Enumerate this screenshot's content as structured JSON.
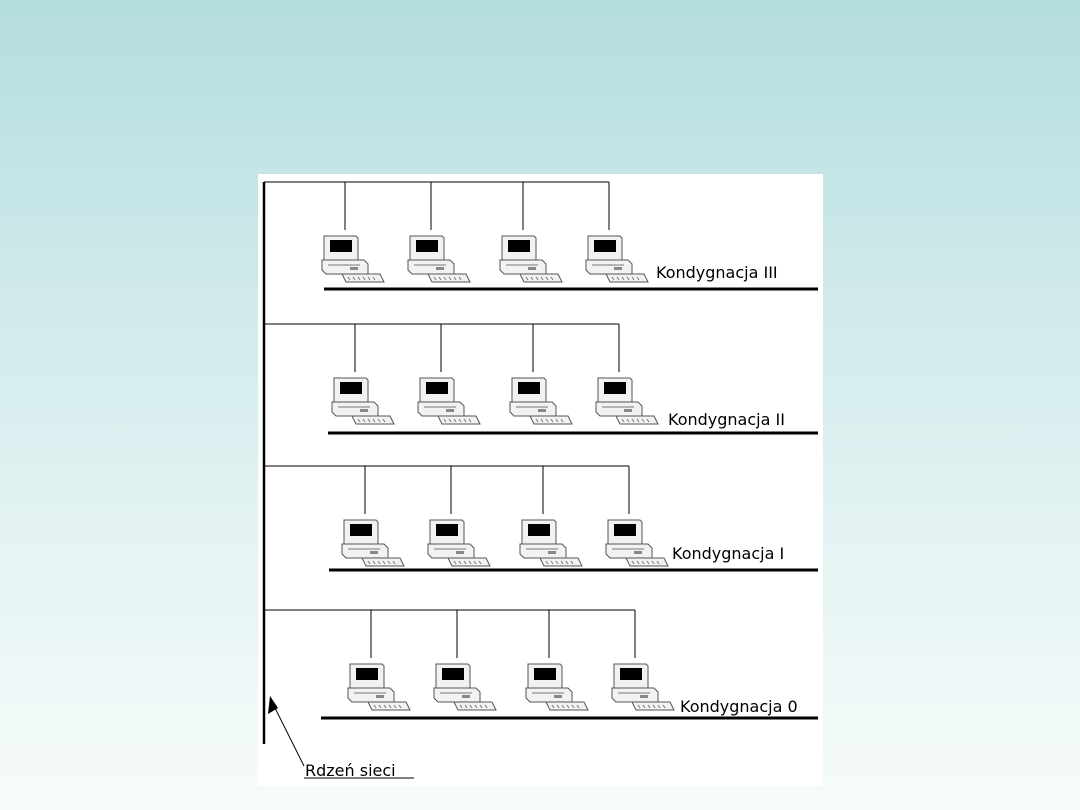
{
  "diagram": {
    "core_label": "Rdzeń sieci",
    "floors": [
      {
        "label": "Kondygnacja III",
        "computers": 4
      },
      {
        "label": "Kondygnacja II",
        "computers": 4
      },
      {
        "label": "Kondygnacja I",
        "computers": 4
      },
      {
        "label": "Kondygnacja 0",
        "computers": 4
      }
    ]
  },
  "icons": {
    "workstation": "desktop-computer-icon",
    "pointer": "arrow-icon"
  },
  "colors": {
    "background_top": "#b4dde0",
    "background_bottom": "#f7fbfb",
    "panel": "#ffffff",
    "line": "#000000",
    "screen": "#000000",
    "case": "#f2f2f2"
  }
}
